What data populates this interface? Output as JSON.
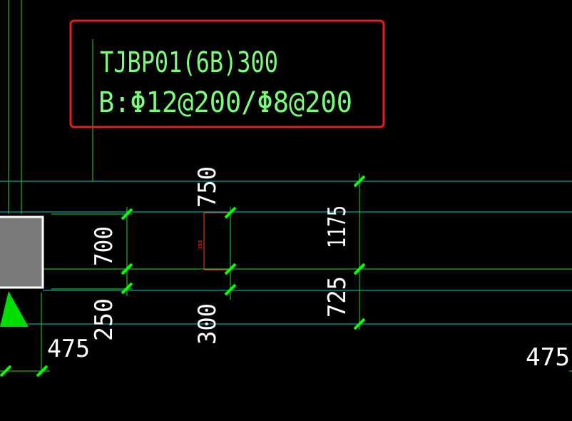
{
  "colors": {
    "background": "#000000",
    "annotation_text": "#7CFC7C",
    "dimension_text": "#FFFFFF",
    "axis_line": "#00CCCC",
    "dim_line": "#22DD22",
    "tick": "#00FF00",
    "highlight_box": "#E02020",
    "small_dim": "#FF3B1F",
    "column_fill": "#7A7A7A",
    "marker": "#00DD00"
  },
  "annotation": {
    "line1": "TJBP01(6B)300",
    "line2": "B:Φ12@200/Φ8@200"
  },
  "dimensions": {
    "d700": "700",
    "d250": "250",
    "d475_left": "475",
    "d750": "750",
    "d350": "350",
    "d300": "300",
    "d1175": "1175",
    "d725": "725",
    "d475_right": "475"
  }
}
